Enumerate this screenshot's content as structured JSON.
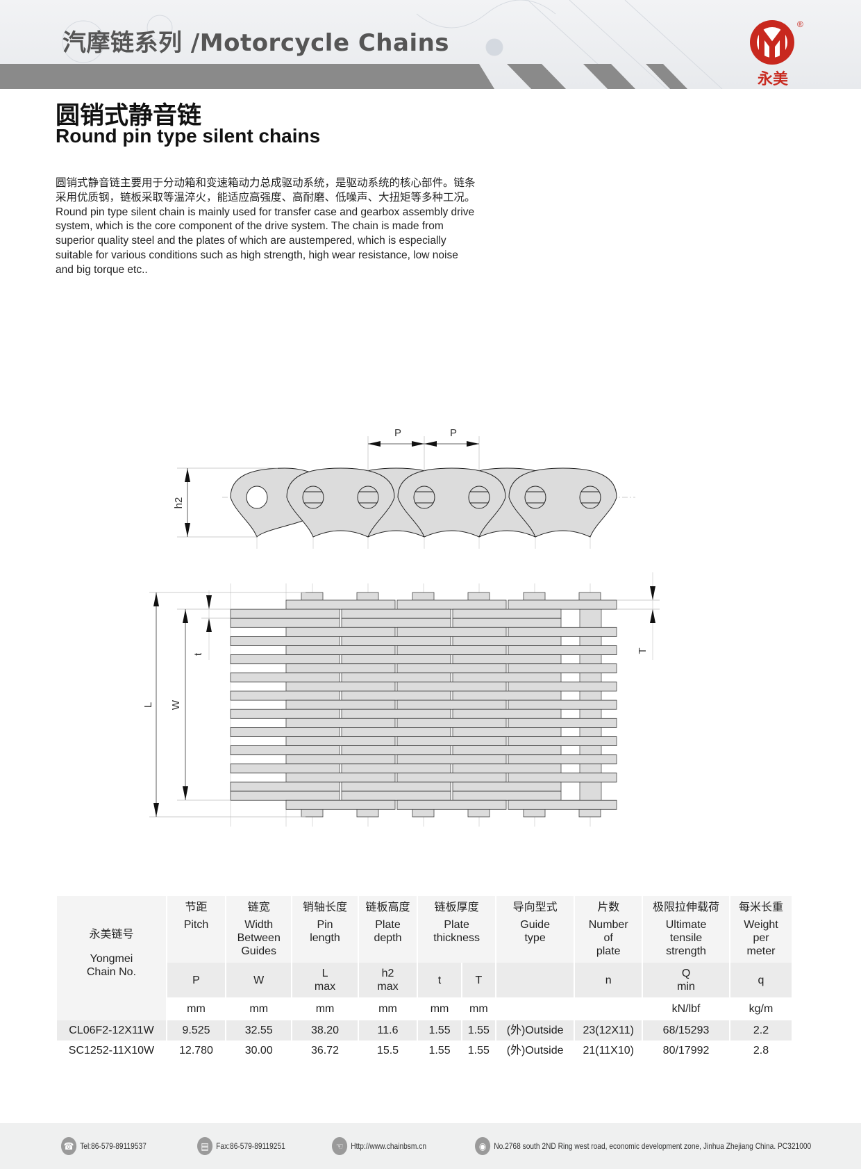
{
  "header": {
    "title": "汽摩链系列 /Motorcycle Chains",
    "logo_text": "永美",
    "registered": "®"
  },
  "heading": {
    "cn": "圆销式静音链",
    "en": "Round pin type silent chains"
  },
  "description": [
    "圆销式静音链主要用于分动箱和变速箱动力总成驱动系统，是驱动系统的核心部件。链条",
    "采用优质钢，链板采取等温淬火，能适应高强度、高耐磨、低噪声、大扭矩等多种工况。",
    "Round pin type silent chain is mainly used for transfer case and gearbox assembly drive",
    "system, which is the core component of the drive system. The chain is made from",
    "superior quality steel and the plates of which are austempered, which is especially",
    "suitable for various conditions such as high strength, high wear resistance, low noise",
    "and big torque etc.."
  ],
  "diagram": {
    "p1": "P",
    "p2": "P",
    "h2": "h2",
    "L": "L",
    "W": "W",
    "t": "t",
    "T": "T"
  },
  "table": {
    "chain_no_cn": "永美链号",
    "chain_no_en1": "Yongmei",
    "chain_no_en2": "Chain No.",
    "cn_headers": [
      "节距",
      "链宽",
      "销轴长度",
      "链板高度",
      "链板厚度",
      "导向型式",
      "片数",
      "极限拉伸载荷",
      "每米长重"
    ],
    "en_headers": [
      "Pitch",
      "Width\nBetween\nGuides",
      "Pin\nlength",
      "Plate\ndepth",
      "Plate\nthickness",
      "Guide\ntype",
      "Number\nof\nplate",
      "Ultimate\ntensile\nstrength",
      "Weight\nper\nmeter"
    ],
    "symbols": [
      "P",
      "W",
      "L\nmax",
      "h2\nmax",
      "t",
      "T",
      "",
      "n",
      "Q\nmin",
      "q"
    ],
    "units": [
      "mm",
      "mm",
      "mm",
      "mm",
      "mm",
      "mm",
      "",
      "",
      "kN/lbf",
      "kg/m"
    ],
    "rows": [
      [
        "CL06F2-12X11W",
        "9.525",
        "32.55",
        "38.20",
        "11.6",
        "1.55",
        "1.55",
        "(外)Outside",
        "23(12X11)",
        "68/15293",
        "2.2"
      ],
      [
        "SC1252-11X10W",
        "12.780",
        "30.00",
        "36.72",
        "15.5",
        "1.55",
        "1.55",
        "(外)Outside",
        "21(11X10)",
        "80/17992",
        "2.8"
      ]
    ]
  },
  "footer": {
    "tel": "Tel:86-579-89119537",
    "fax": "Fax:86-579-89119251",
    "web": "Http://www.chainbsm.cn",
    "address": "No.2768 south 2ND Ring west road, economic development zone, Jinhua Zhejiang China. PC321000"
  },
  "colors": {
    "brand_red": "#c8281e",
    "bar_gray": "#8a8a8a",
    "plate_fill": "#dcdcdc"
  }
}
